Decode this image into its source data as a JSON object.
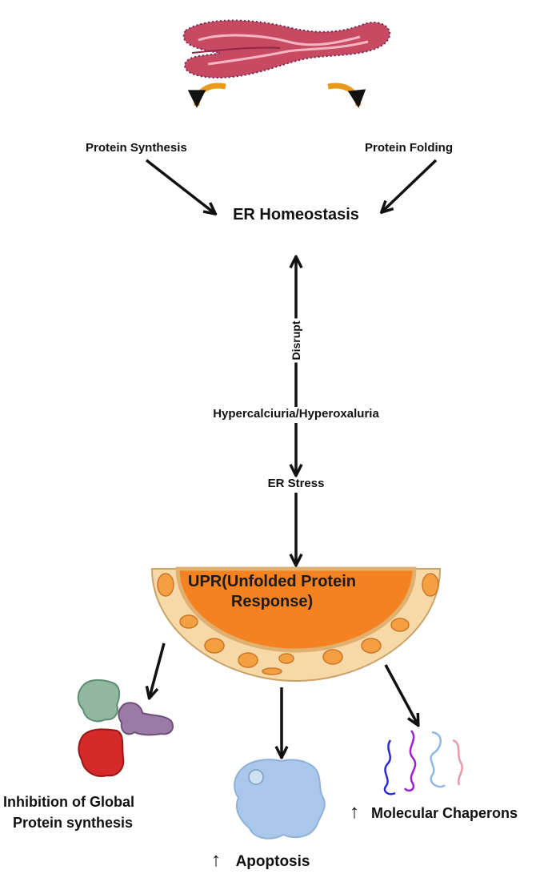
{
  "labels": {
    "protein_synthesis": "Protein Synthesis",
    "protein_folding": "Protein Folding",
    "er_homeostasis": "ER Homeostasis",
    "disrupt": "Disrupt",
    "hypercalciuria": "Hypercalciuria/Hyperoxaluria",
    "er_stress": "ER Stress",
    "upr_line1": "UPR(Unfolded Protein",
    "upr_line2": "Response)",
    "inhibition_line1": "Inhibition of Global",
    "inhibition_line2": "Protein synthesis",
    "apoptosis": "Apoptosis",
    "chaperons": "Molecular Chaperons",
    "up_symbol": "↑"
  },
  "colors": {
    "er_membrane": "#b83a52",
    "er_dots": "#5a2a7a",
    "curved_arrow": "#e89a1c",
    "upr_orange": "#f58220",
    "upr_cream": "#f7d9a8",
    "cell_blue": "#a9c7e8"
  }
}
